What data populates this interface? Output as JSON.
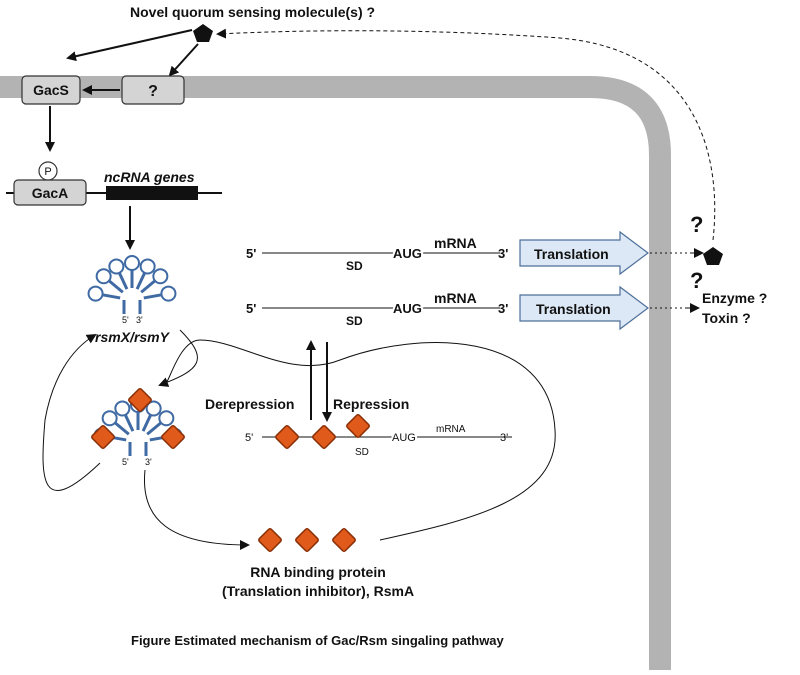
{
  "molecule_label": "Novel quorum sensing molecule(s) ?",
  "gacs_label": "GacS",
  "unknown_receptor_label": "?",
  "gaca_label": "GacA",
  "phospho_label": "P",
  "ncrna_label": "ncRNA genes",
  "rsm_label": "rsmX/rsmY",
  "rna_ends": {
    "five": "5'",
    "three": "3'"
  },
  "mrna1": {
    "five": "5'",
    "sd": "SD",
    "aug": "AUG",
    "name": "mRNA",
    "three": "3'",
    "translation": "Translation"
  },
  "mrna2": {
    "five": "5'",
    "sd": "SD",
    "aug": "AUG",
    "name": "mRNA",
    "three": "3'",
    "translation": "Translation"
  },
  "mrna3": {
    "five": "5'",
    "sd": "SD",
    "aug": "AUG",
    "name": "mRNA",
    "three": "3'"
  },
  "derepression_label": "Derepression",
  "repression_label": "Repression",
  "binding_protein_line1": "RNA binding protein",
  "binding_protein_line2": "(Translation inhibitor), RsmA",
  "outside_q1": "?",
  "outside_q2": "?",
  "enzyme_label": "Enzyme ?",
  "toxin_label": "Toxin ?",
  "caption": "Figure Estimated mechanism of Gac/Rsm singaling pathway",
  "colors": {
    "membrane": "#b3b3b3",
    "protein_box": "#d4d4d4",
    "diamond": "#e05a1c",
    "diamond_edge": "#8a2f06",
    "rna_loop": "#3f6aa3",
    "translation_arrow": "#dce8f5",
    "translation_edge": "#4d6f99"
  }
}
